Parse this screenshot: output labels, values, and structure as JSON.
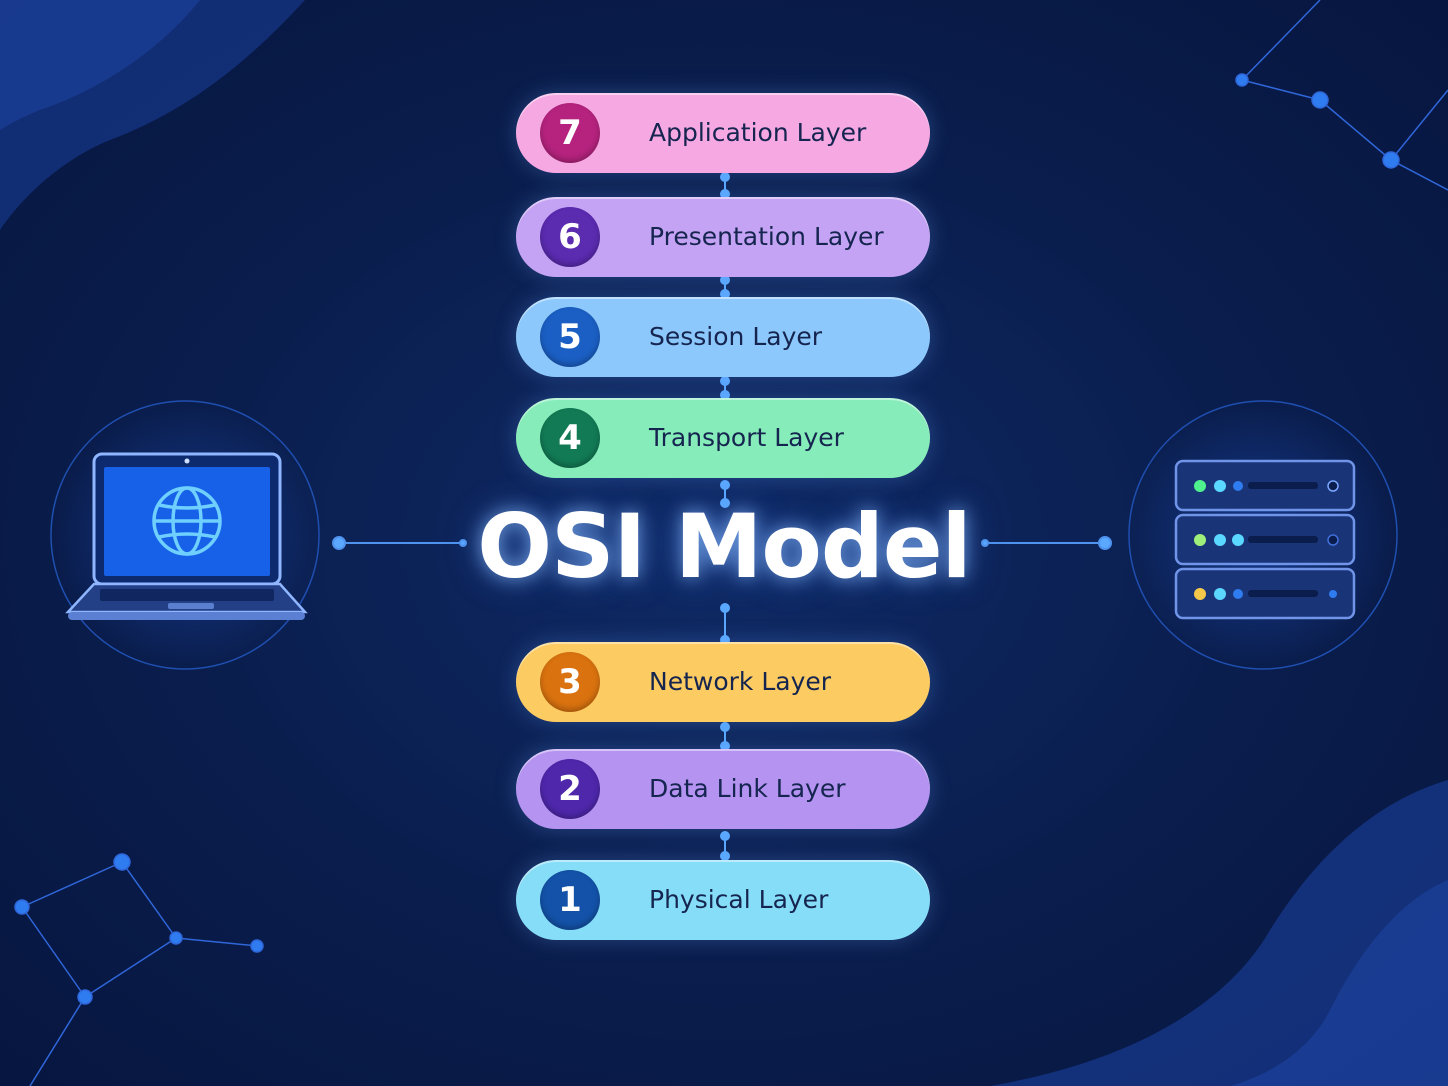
{
  "title": "OSI Model",
  "layers": [
    {
      "number": "7",
      "label": "Application Layer",
      "badge_color": "#b5237e",
      "pill_color": "#f6a8e3"
    },
    {
      "number": "6",
      "label": "Presentation Layer",
      "badge_color": "#5b2bb0",
      "pill_color": "#c5a3f4"
    },
    {
      "number": "5",
      "label": "Session Layer",
      "badge_color": "#1b5fc4",
      "pill_color": "#8cc8fb"
    },
    {
      "number": "4",
      "label": "Transport Layer",
      "badge_color": "#127a55",
      "pill_color": "#86edba"
    },
    {
      "number": "3",
      "label": "Network Layer",
      "badge_color": "#d9720f",
      "pill_color": "#fccb62"
    },
    {
      "number": "2",
      "label": "Data Link Layer",
      "badge_color": "#4e27ab",
      "pill_color": "#b493f1"
    },
    {
      "number": "1",
      "label": "Physical Layer",
      "badge_color": "#1352a8",
      "pill_color": "#86ddf8"
    }
  ],
  "colors": {
    "background": "#0a1d4c",
    "connector": "#5aa8ff",
    "title_glow": "#8cbeff"
  },
  "icons": {
    "left": "laptop-globe-icon",
    "right": "server-rack-icon"
  }
}
